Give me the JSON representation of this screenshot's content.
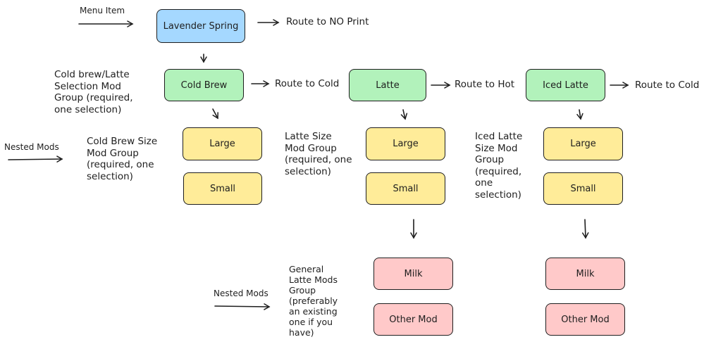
{
  "diagram": {
    "labels": {
      "menu_item": "Menu Item",
      "route_no_print": "Route to NO Print",
      "cold_brew_latte_group": "Cold brew/Latte\nSelection Mod\nGroup (required,\none selection)",
      "route_cold_1": "Route to Cold",
      "route_hot": "Route to Hot",
      "route_cold_2": "Route to Cold",
      "nested_mods_1": "Nested Mods",
      "cold_brew_size_group": "Cold Brew Size\nMod Group\n(required, one\nselection)",
      "latte_size_group": "Latte Size\nMod Group\n(required, one\nselection)",
      "iced_latte_size_group": "Iced Latte\nSize Mod\nGroup\n(required,\none\nselection)",
      "nested_mods_2": "Nested Mods",
      "general_latte_group": "General\nLatte Mods\nGroup\n(preferably\nan existing\none if you\nhave)"
    },
    "boxes": {
      "lavender_spring": "Lavender Spring",
      "cold_brew": "Cold Brew",
      "latte": "Latte",
      "iced_latte": "Iced Latte",
      "cold_brew_large": "Large",
      "cold_brew_small": "Small",
      "latte_large": "Large",
      "latte_small": "Small",
      "iced_latte_large": "Large",
      "iced_latte_small": "Small",
      "latte_milk": "Milk",
      "latte_other_mod": "Other Mod",
      "iced_latte_milk": "Milk",
      "iced_latte_other_mod": "Other Mod"
    },
    "colors": {
      "menu_item": "#a5d8ff",
      "selection": "#b2f2bb",
      "size": "#ffec99",
      "general_mods": "#ffc9c9",
      "stroke": "#1e1e1e"
    }
  }
}
